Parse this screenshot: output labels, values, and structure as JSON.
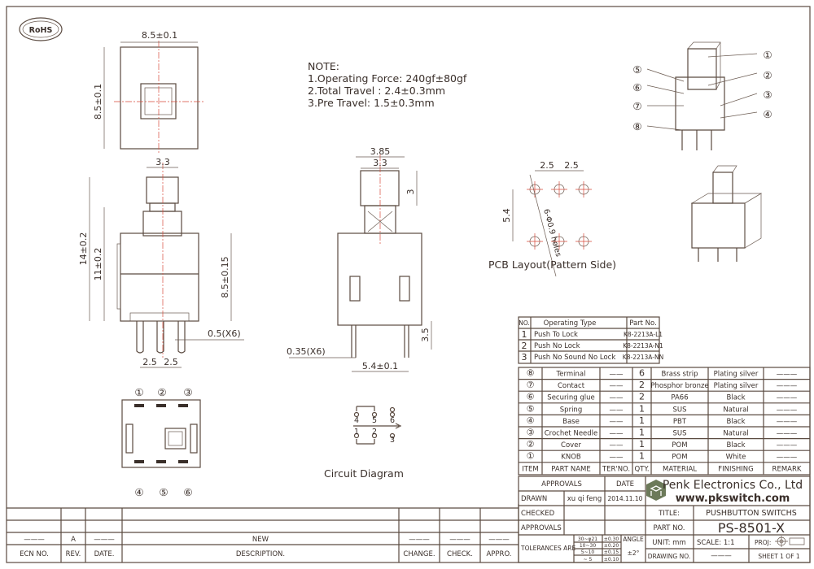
{
  "logo": {
    "text": "RoHS"
  },
  "notes": {
    "title": "NOTE:",
    "lines": [
      "1.Operating Force: 240gf±80gf",
      "2.Total Travel : 2.4±0.3mm",
      "3.Pre Travel: 1.5±0.3mm"
    ]
  },
  "dimensions": {
    "top_width": "8.5±0.1",
    "top_height": "8.5±0.1",
    "knob_width": "3.3",
    "total_height": "14±0.2",
    "body_to_top": "11±0.2",
    "body_height": "8.5±0.15",
    "pin_width": "0.5(X6)",
    "pin_pitch_1": "2.5",
    "pin_pitch_2": "2.5",
    "side_width_outer": "3.85",
    "side_width_inner": "3.3",
    "side_knob_height": "3",
    "side_pin_length": "3.5",
    "side_pin_thickness": "0.35(X6)",
    "side_pin_spacing": "5.4±0.1",
    "pcb_pitch_1": "2.5",
    "pcb_pitch_2": "2.5",
    "pcb_row_spacing": "5.4",
    "pcb_holes": "6-Φ0.9 holes"
  },
  "pcb_label": "PCB Layout(Pattern Side)",
  "bottom_view_pins": [
    "①",
    "②",
    "③",
    "④",
    "⑤",
    "⑥"
  ],
  "circuit": {
    "label": "Circuit Diagram",
    "top_pins": [
      "4",
      "5",
      "6"
    ],
    "bottom_pins": [
      "1",
      "2",
      "3"
    ]
  },
  "callouts": [
    "①",
    "②",
    "③",
    "④",
    "⑤",
    "⑥",
    "⑦",
    "⑧"
  ],
  "operating_table": {
    "headers": [
      "NO.",
      "Operating Type",
      "Part No."
    ],
    "rows": [
      [
        "1",
        "Push To Lock",
        "K8-2213A-L1"
      ],
      [
        "2",
        "Push No Lock",
        "K8-2213A-N1"
      ],
      [
        "3",
        "Push No Sound No Lock",
        "K8-2213A-NN"
      ]
    ]
  },
  "parts_table": {
    "headers": [
      "ITEM",
      "PART NAME",
      "TER'NO.",
      "QTY.",
      "MATERIAL",
      "FINISHING",
      "REMARK"
    ],
    "rows": [
      [
        "⑧",
        "Terminal",
        "——",
        "6",
        "Brass strip",
        "Plating silver",
        "———"
      ],
      [
        "⑦",
        "Contact",
        "——",
        "2",
        "Phosphor bronze",
        "Plating silver",
        "———"
      ],
      [
        "⑥",
        "Securing glue",
        "——",
        "2",
        "PA66",
        "Black",
        "———"
      ],
      [
        "⑤",
        "Spring",
        "——",
        "1",
        "SUS",
        "Natural",
        "———"
      ],
      [
        "④",
        "Base",
        "——",
        "1",
        "PBT",
        "Black",
        "———"
      ],
      [
        "③",
        "Crochet Needle",
        "——",
        "1",
        "SUS",
        "Natural",
        "———"
      ],
      [
        "②",
        "Cover",
        "——",
        "1",
        "POM",
        "Black",
        "———"
      ],
      [
        "①",
        "KNOB",
        "——",
        "1",
        "POM",
        "White",
        "———"
      ]
    ]
  },
  "title_block": {
    "approvals_header": "APPROVALS",
    "date_header": "DATE",
    "drawn_label": "DRAWN",
    "drawn_by": "xu qi feng",
    "drawn_date": "2014.11.10",
    "checked_label": "CHECKED",
    "approvals_label": "APPROVALS",
    "tolerances_label": "TOLERANCES ARE",
    "tolerances": [
      [
        "30~φ21",
        "±0.30"
      ],
      [
        "10~30",
        "±0.20"
      ],
      [
        "5~10",
        "±0.15"
      ],
      [
        "~ 5",
        "±0.10"
      ]
    ],
    "angle_label": "ANGLE",
    "angle_value": "±2°",
    "company": "Penk Electronics Co., Ltd",
    "website": "www.pkswitch.com",
    "title_label": "TITLE:",
    "title_value": "PUSHBUTTON SWITCHS",
    "part_no_label": "PART NO.",
    "part_no_value": "PS-8501-X",
    "unit": "UNIT: mm",
    "scale": "SCALE:  1:1",
    "proj": "PROJ:",
    "drawing_no_label": "DRAWING NO.",
    "drawing_no_value": "———",
    "sheet": "SHEET  1 OF 1"
  },
  "revision_table": {
    "headers": [
      "ECN NO.",
      "REV.",
      "DATE.",
      "DESCRIPTION.",
      "CHANGE.",
      "CHECK.",
      "APPRO."
    ],
    "row": [
      "———",
      "A",
      "———",
      "NEW",
      "———",
      "———",
      "———"
    ]
  }
}
